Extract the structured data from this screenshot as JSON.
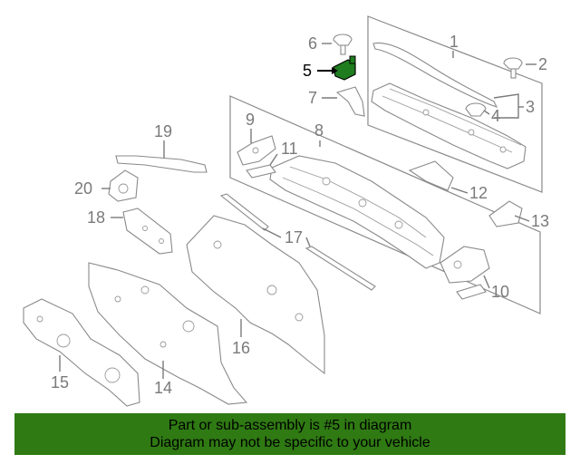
{
  "callouts": {
    "c1": "1",
    "c2": "2",
    "c3": "3",
    "c4": "4",
    "c5": "5",
    "c6": "6",
    "c7": "7",
    "c8": "8",
    "c9": "9",
    "c10": "10",
    "c11": "11",
    "c12": "12",
    "c13": "13",
    "c14": "14",
    "c15": "15",
    "c16": "16",
    "c17": "17",
    "c18": "18",
    "c19": "19",
    "c20": "20"
  },
  "highlighted_part": "5",
  "banner": {
    "line1": "Part or sub-assembly is #5 in diagram",
    "line2": "Diagram may not be specific to your vehicle"
  },
  "colors": {
    "banner_bg": "#2f7a13",
    "highlight": "#000000",
    "line_art": "#8a8a8a",
    "part5_fill": "#1f7d1f"
  }
}
